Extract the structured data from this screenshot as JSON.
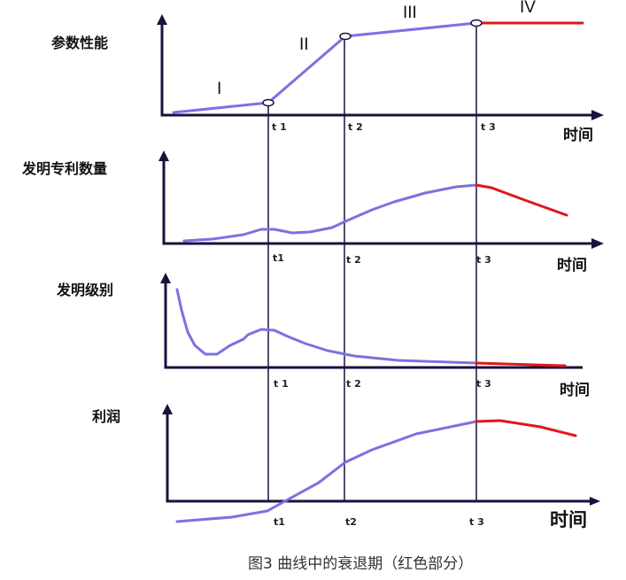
{
  "panels": [
    {
      "title": "参数性能",
      "xlabel": "时间",
      "ticks": [
        "t 1",
        "t 2",
        "t 3"
      ],
      "stages": [
        "I",
        "II",
        "III",
        "IV"
      ]
    },
    {
      "title": "发明专利数量",
      "xlabel": "时间",
      "ticks": [
        "t1",
        "t 2",
        "t 3"
      ]
    },
    {
      "title": "发明级别",
      "xlabel": "时间",
      "ticks": [
        "t 1",
        "t 2",
        "t 3"
      ]
    },
    {
      "title": "利润",
      "xlabel": "时间",
      "ticks": [
        "t1",
        "t2",
        "t 3"
      ]
    }
  ],
  "caption": "图3  曲线中的衰退期（红色部分）",
  "colors": {
    "growth_curve": "#7a72e0",
    "decline_curve": "#e01818",
    "axis": "#1e0f3c"
  }
}
